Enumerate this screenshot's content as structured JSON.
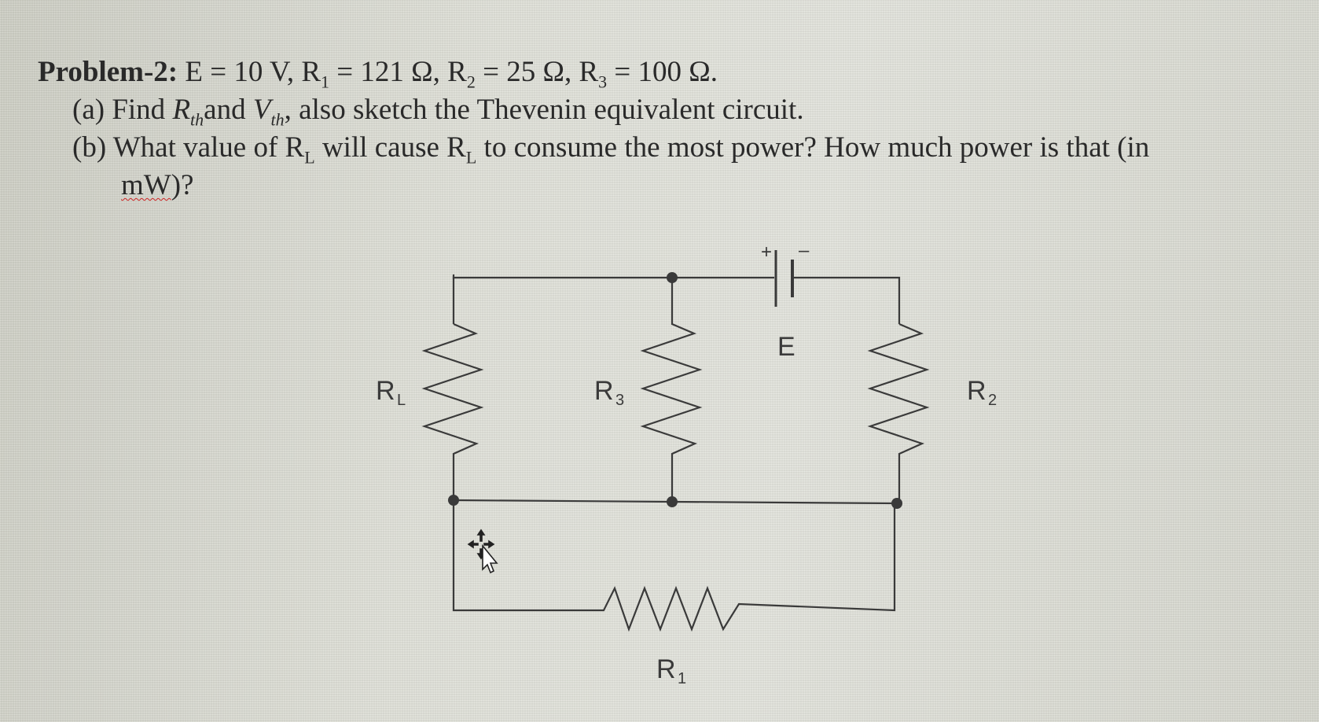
{
  "problem": {
    "heading": "Problem-2:",
    "given": " E = 10 V, R",
    "r1_sub": "1",
    "r1_eq": " = 121 Ω, R",
    "r2_sub": "2",
    "r2_eq": " = 25 Ω, R",
    "r3_sub": "3",
    "r3_eq": " = 100 Ω.",
    "part_a_prefix": "(a) Find ",
    "rth_var": "R",
    "rth_sub": "th",
    "part_a_mid": "and ",
    "vth_var": "V",
    "vth_sub": "th",
    "part_a_suffix": ", also sketch the Thevenin equivalent circuit.",
    "part_b_prefix": "(b) What value of R",
    "rl_sub1": "L",
    "part_b_mid": " will cause R",
    "rl_sub2": "L",
    "part_b_suffix": " to consume the most power? How much power is that (in",
    "part_b_unit": "mW",
    "part_b_end": ")?"
  },
  "circuit": {
    "labels": {
      "rl": "R",
      "rl_sub": "L",
      "r3": "R",
      "r3_sub": "3",
      "r2": "R",
      "r2_sub": "2",
      "r1": "R",
      "r1_sub": "1",
      "e": "E",
      "plus": "+",
      "minus": "–"
    },
    "wire_color": "#3a3a3a",
    "node_color": "#3a3a3a"
  },
  "icons": {
    "cursor": "move-cursor-icon"
  }
}
